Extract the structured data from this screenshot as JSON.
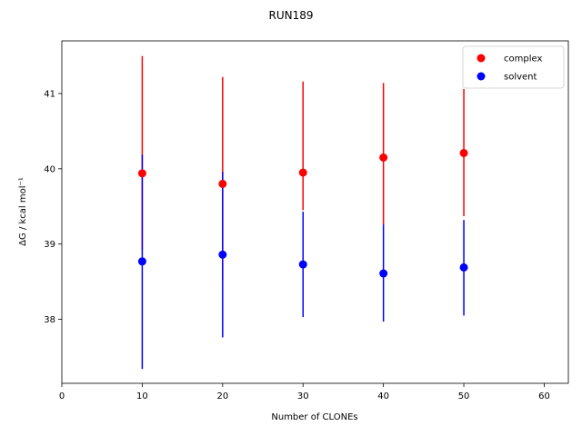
{
  "chart_data": {
    "type": "scatter",
    "title": "RUN189",
    "xlabel": "Number of CLONEs",
    "ylabel": "ΔG / kcal mol⁻¹",
    "xlim": [
      0,
      63
    ],
    "ylim": [
      37.15,
      41.7
    ],
    "xticks": [
      0,
      10,
      20,
      30,
      40,
      50,
      60
    ],
    "yticks": [
      38,
      39,
      40,
      41
    ],
    "grid": false,
    "legend_position": "top-right",
    "series": [
      {
        "name": "complex",
        "color": "#ff0000",
        "x": [
          10,
          20,
          30,
          40,
          50
        ],
        "y": [
          39.94,
          39.8,
          39.95,
          40.15,
          40.21
        ],
        "err_low": [
          38.92,
          38.52,
          39.45,
          39.25,
          39.37
        ],
        "err_high": [
          41.5,
          41.22,
          41.16,
          41.14,
          41.06
        ]
      },
      {
        "name": "solvent",
        "color": "#0000ff",
        "x": [
          10,
          20,
          30,
          40,
          50
        ],
        "y": [
          38.77,
          38.86,
          38.73,
          38.61,
          38.69
        ],
        "err_low": [
          37.34,
          37.76,
          38.03,
          37.97,
          38.05
        ],
        "err_high": [
          40.19,
          39.96,
          39.43,
          39.26,
          39.32
        ]
      }
    ]
  }
}
